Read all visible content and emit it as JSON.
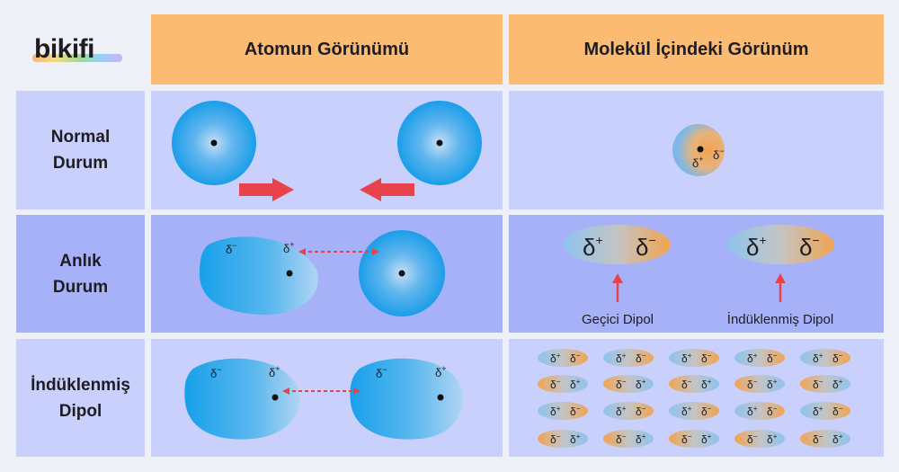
{
  "brand": {
    "logo_text": "bikifi"
  },
  "columns": {
    "atom_view": "Atomun Görünümü",
    "molecule_view": "Molekül İçindeki Görünüm"
  },
  "rows": {
    "normal": [
      "Normal",
      "Durum"
    ],
    "instant": [
      "Anlık",
      "Durum"
    ],
    "induced": [
      "İndüklenmiş",
      "Dipol"
    ]
  },
  "symbols": {
    "delta_plus": "δ",
    "delta_minus": "δ",
    "plus": "+",
    "minus": "−"
  },
  "captions": {
    "temporary_dipole": "Geçici Dipol",
    "induced_dipole": "İndüklenmiş Dipol"
  },
  "colors": {
    "header": "#fcbb72",
    "panel_light": "#c9d0fb",
    "panel_dark": "#a7b1f8",
    "atom_blue": "#1aa0e8",
    "partial_orange": "#f0a452",
    "arrow_red": "#e8434a"
  }
}
